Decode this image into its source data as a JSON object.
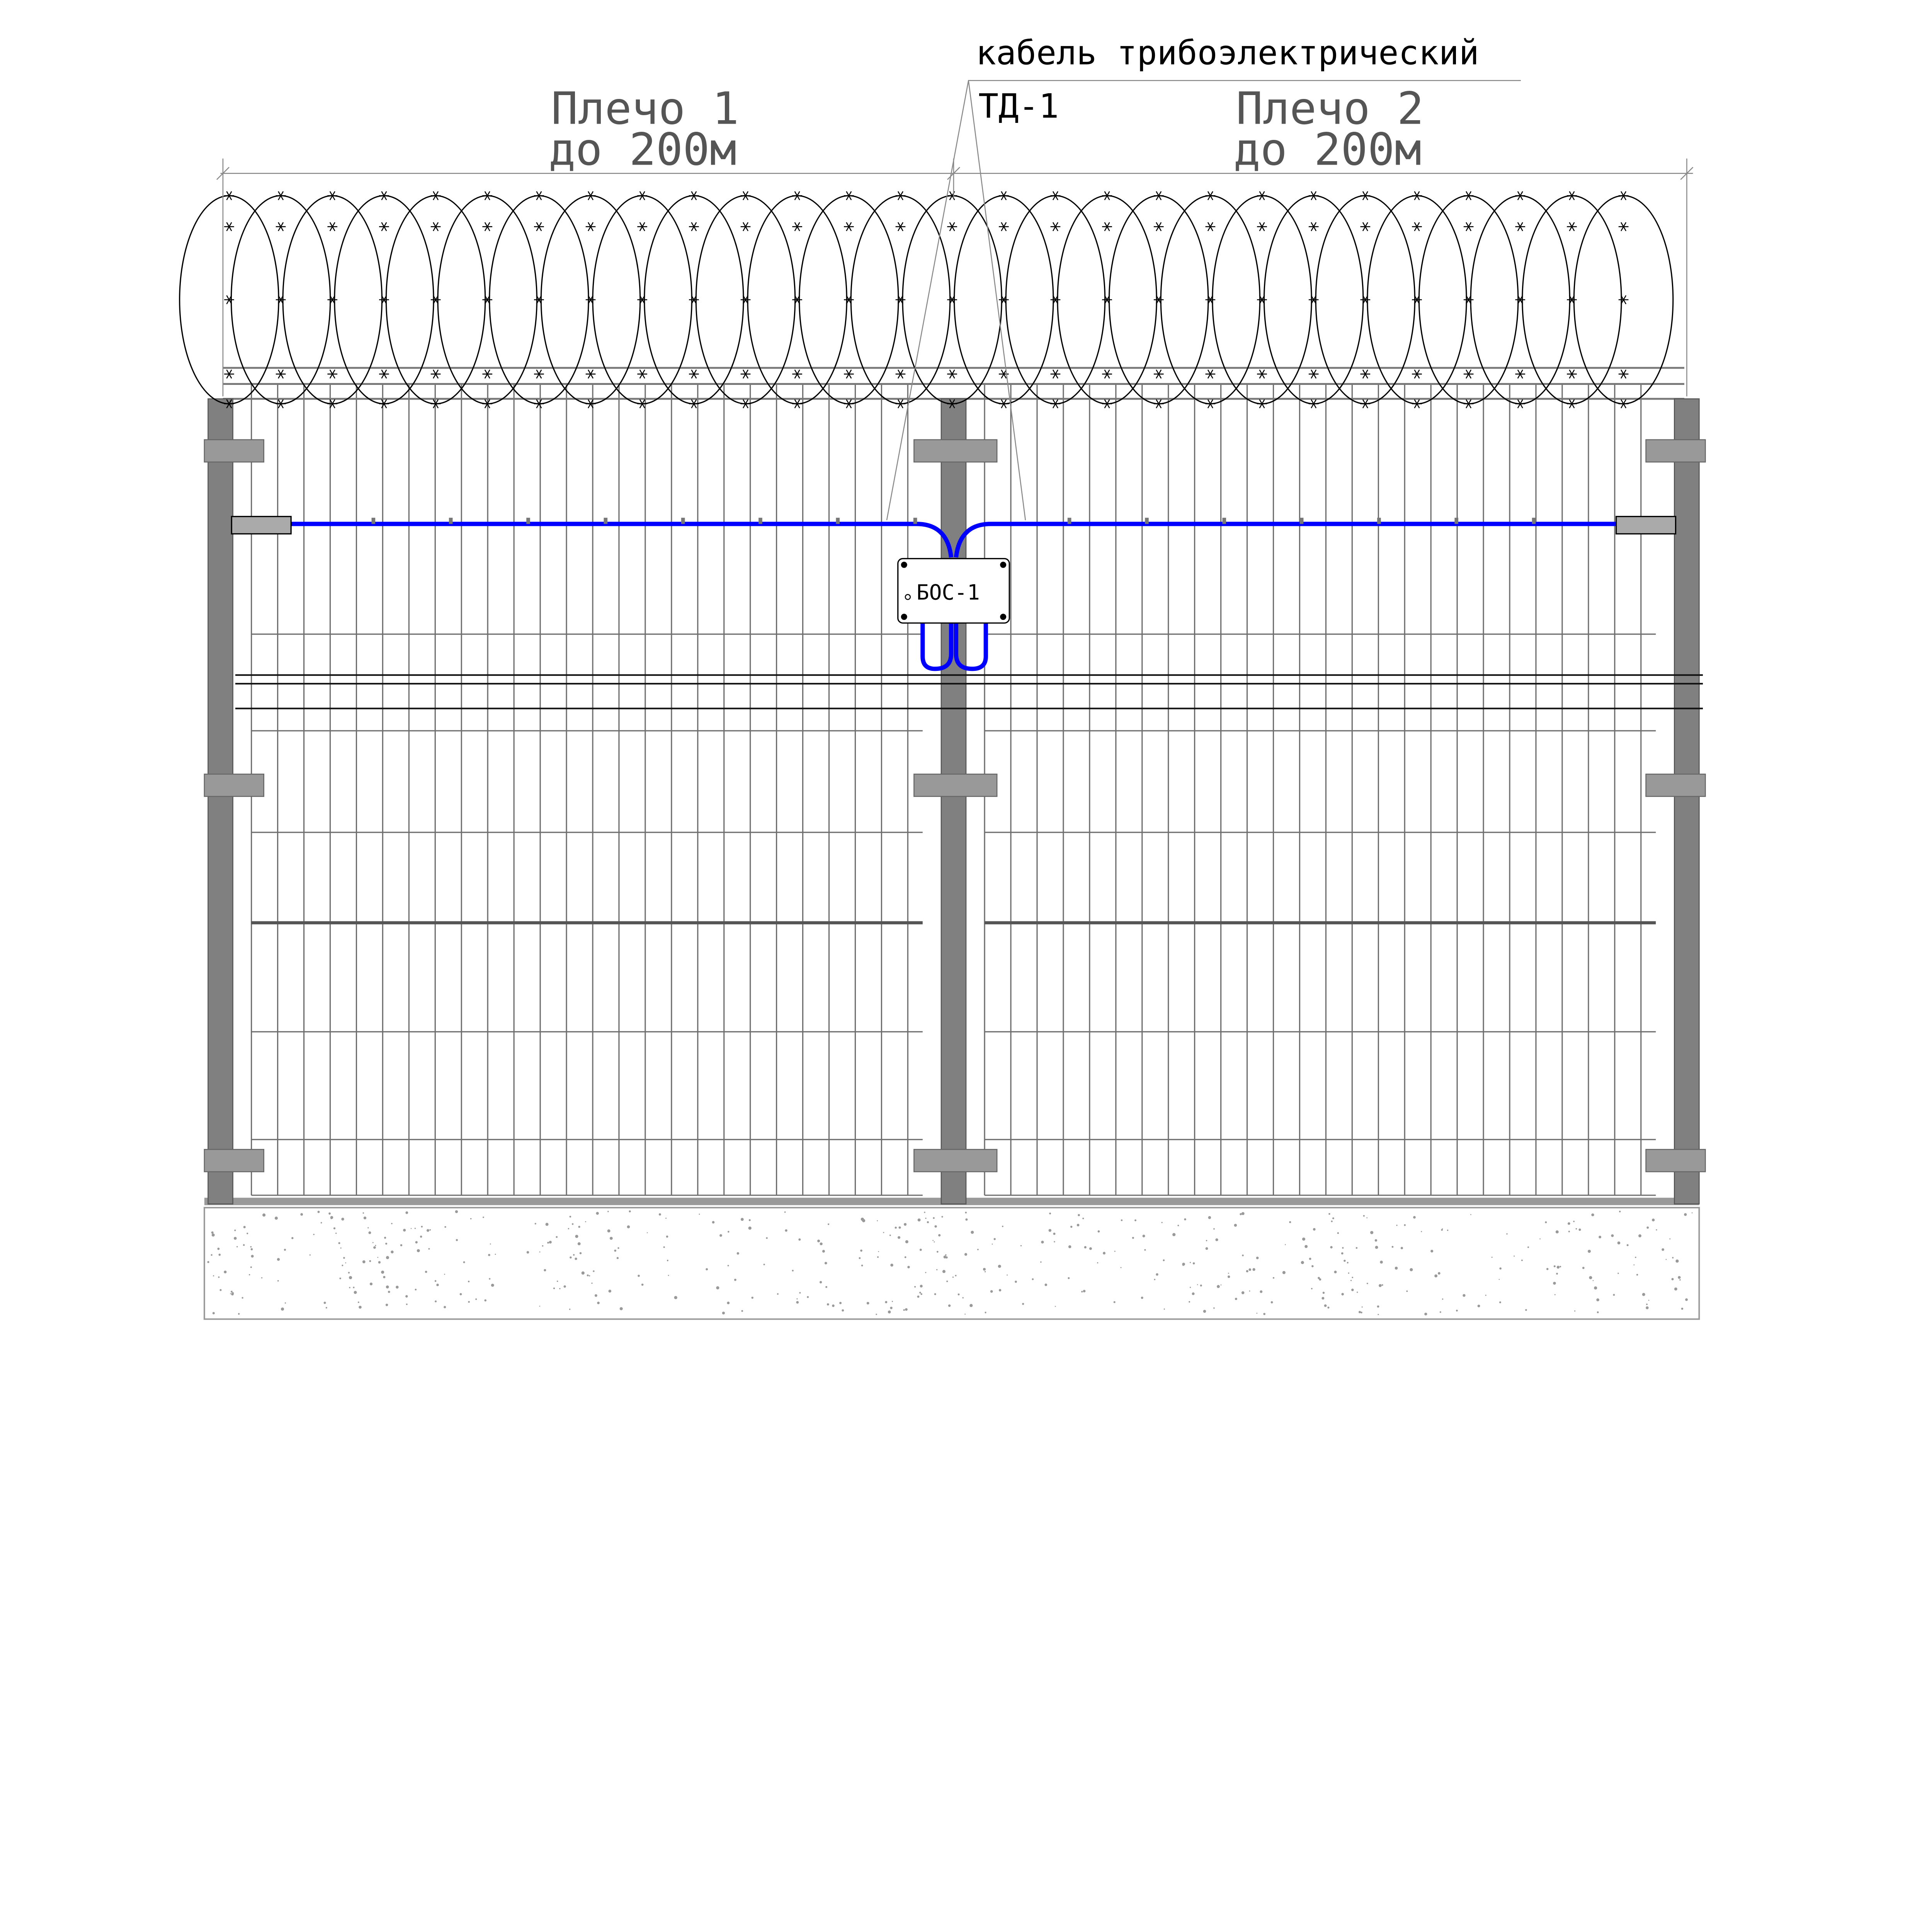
{
  "labels": {
    "cable_name": "кабель трибоэлектрический",
    "cable_model": "ТД-1",
    "arm1_title": "Плечо 1",
    "arm1_length": "до 200м",
    "arm2_title": "Плечо 2",
    "arm2_length": "до 200м",
    "box_label": "БОС-1"
  },
  "colors": {
    "cable": "#0000ff",
    "post": "#808080",
    "mesh": "#6e6e6e",
    "label_gray": "#555555",
    "ink": "#000000"
  }
}
